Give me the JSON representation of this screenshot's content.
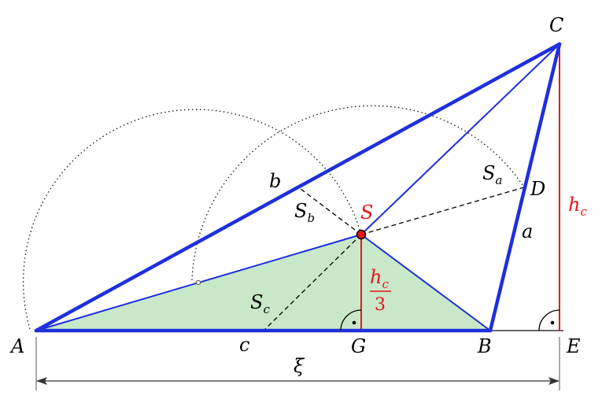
{
  "colors": {
    "triangle": "#1f2fdc",
    "height": "#e8141b",
    "fill": "#c9e8c9",
    "construction": "#000000"
  },
  "points": {
    "A": "A",
    "B": "B",
    "C": "C",
    "D": "D",
    "E": "E",
    "G": "G",
    "S": "S"
  },
  "sides": {
    "a": "a",
    "b": "b",
    "c": "c"
  },
  "segments": {
    "Sa": {
      "base": "S",
      "sub": "a"
    },
    "Sb": {
      "base": "S",
      "sub": "b"
    },
    "Sc": {
      "base": "S",
      "sub": "c"
    }
  },
  "heights": {
    "hc": {
      "base": "h",
      "sub": "c"
    },
    "hc_third": {
      "base": "h",
      "sub": "c",
      "denominator": "3"
    }
  },
  "dimension": {
    "xi": "ξ"
  },
  "right_angle_marker": "·"
}
